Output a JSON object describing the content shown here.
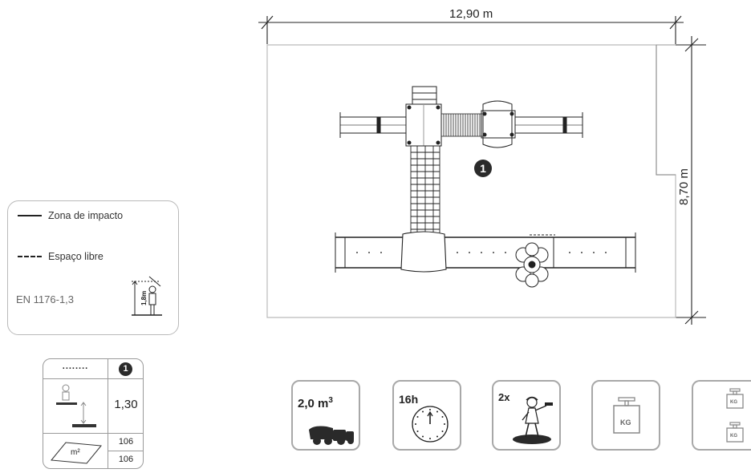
{
  "plan": {
    "width_label": "12,90 m",
    "height_label": "8,70 m",
    "marker": "1"
  },
  "legend": {
    "impact_zone": "Zona de impacto",
    "free_space": "Espaço libre",
    "standard": "EN 1176-1,3",
    "height_mark": "1,8m"
  },
  "spec_table": {
    "header_dots": "........",
    "column_marker": "1",
    "fall_height": "1,30",
    "area_unit": "m²",
    "area_values": [
      "106",
      "106"
    ]
  },
  "pictograms": {
    "volume": "2,0 m",
    "volume_exponent": "3",
    "install_time": "16h",
    "installers": "2x",
    "weight_unit": "KG"
  }
}
